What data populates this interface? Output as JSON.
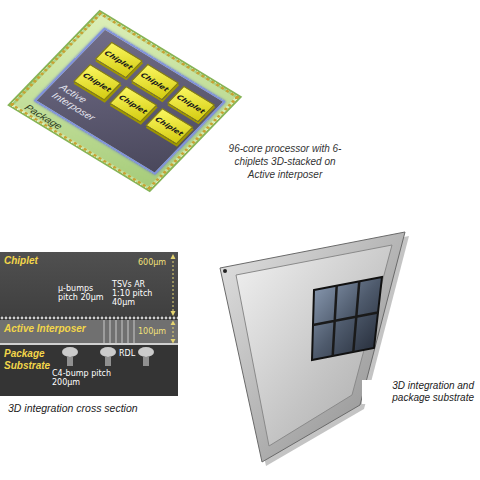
{
  "diagram": {
    "nodes": [
      {
        "text": [
          "Package"
        ]
      },
      {
        "text": [
          "Active Interposer"
        ],
        "in": 0
      },
      {
        "text": [
          "Chiplet"
        ],
        "in": 1
      },
      {
        "text": [
          "Chiplet"
        ],
        "in": 1
      },
      {
        "text": [
          "Chiplet"
        ],
        "in": 1
      },
      {
        "text": [
          "Chiplet"
        ],
        "in": 1
      },
      {
        "text": [
          "Chiplet"
        ],
        "in": 1
      },
      {
        "text": [
          "Chiplet"
        ],
        "in": 1
      },
      {
        "text": [
          "Chiplet"
        ]
      },
      {
        "text": [
          "Active Interposer"
        ]
      },
      {
        "text": [
          "Package Substrate"
        ]
      }
    ],
    "labels": [
      "96-core processor with 6-chiplets 3D-stacked on Active interposer",
      "600μm",
      "μ-bumps pitch 20μm",
      "TSVs AR 1:10 pitch 40μm",
      "100μm",
      "RDL",
      "C4-bump pitch 200μm",
      "3D integration cross section",
      "3D integration and package substrate"
    ]
  }
}
